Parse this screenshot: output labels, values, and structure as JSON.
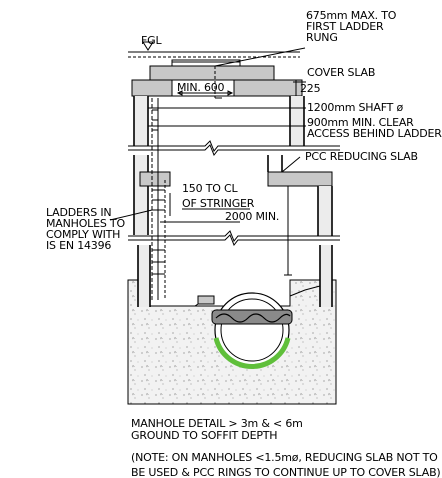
{
  "labels": {
    "max_rung": [
      "675mm MAX. TO",
      "FIRST LADDER",
      "RUNG"
    ],
    "fgl": "FGL",
    "min_600": "MIN. 600",
    "cover_slab": "COVER SLAB",
    "dim_225": "225",
    "shaft": "1200mm SHAFT ø",
    "clear_access": [
      "900mm MIN. CLEAR",
      "ACCESS BEHIND LADDER"
    ],
    "pcc_slab": "PCC REDUCING SLAB",
    "stringer": [
      "150 TO CL",
      "OF STRINGER"
    ],
    "min_2000": "2000 MIN.",
    "ladders": [
      "LADDERS IN",
      "MANHOLES TO",
      "COMPLY WITH",
      "IS EN 14396"
    ],
    "caption": [
      "MANHOLE DETAIL > 3m & < 6m",
      "GROUND TO SOFFIT DEPTH"
    ],
    "note": [
      "(NOTE: ON MANHOLES <1.5mø, REDUCING SLAB NOT TO",
      "BE USED & PCC RINGS TO CONTINUE UP TO COVER SLAB)"
    ]
  },
  "colors": {
    "line": "#000000",
    "pipe_ring": "#5fbf3a",
    "slab_fill": "#c8c8c8"
  }
}
